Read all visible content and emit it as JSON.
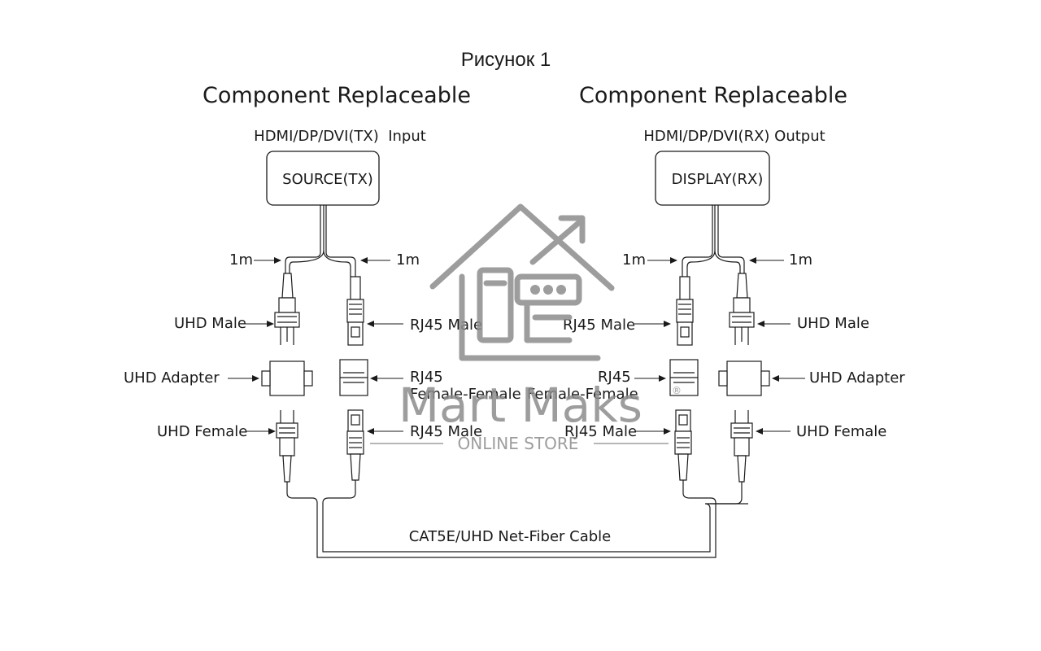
{
  "figure_title": "Рисунок 1",
  "left": {
    "heading": "Component Replaceable",
    "interface_label": "HDMI/DP/DVI(TX)  Input",
    "box_label": "SOURCE(TX)",
    "cable_len_left": "1m",
    "cable_len_right": "1m",
    "uhd_male": "UHD Male",
    "rj45_male_top": "RJ45 Male",
    "uhd_adapter": "UHD Adapter",
    "rj45_ff_line1": "RJ45",
    "rj45_ff_line2": "Female-Female",
    "uhd_female": "UHD Female",
    "rj45_male_bottom": "RJ45 Male"
  },
  "right": {
    "heading": "Component Replaceable",
    "interface_label": "HDMI/DP/DVI(RX) Output",
    "box_label": "DISPLAY(RX)",
    "cable_len_left": "1m",
    "cable_len_right": "1m",
    "rj45_male_top": "RJ45 Male",
    "uhd_male": "UHD Male",
    "rj45_ff_line1": "RJ45",
    "rj45_ff_line2": "Female-Female",
    "uhd_adapter": "UHD Adapter",
    "rj45_male_bottom": "RJ45 Male",
    "uhd_female": "UHD Female"
  },
  "cable_label": "CAT5E/UHD Net-Fiber Cable",
  "watermark": {
    "brand": "Mart Maks",
    "registered": "®",
    "subtitle": "ONLINE STORE",
    "logo_icon": "house-arrow-icon"
  },
  "colors": {
    "line": "#1a1a1a",
    "watermark": "#8c8c8c"
  }
}
